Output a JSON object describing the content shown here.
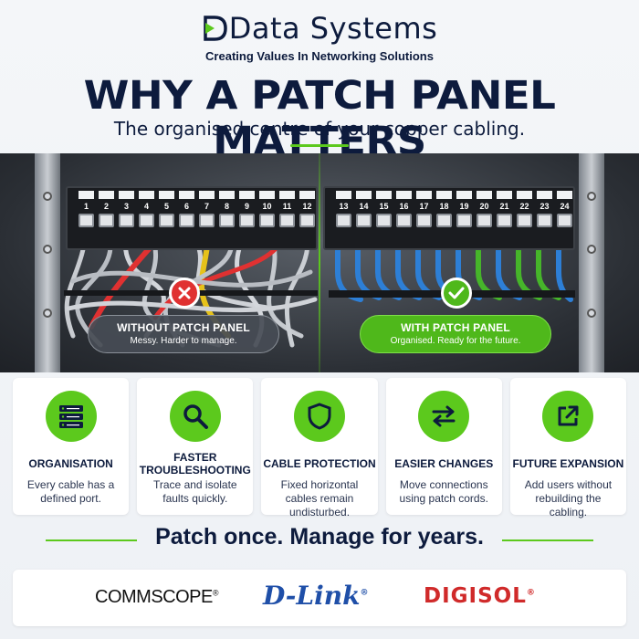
{
  "brand": {
    "name": "Data Systems",
    "tagline": "Creating Values In Networking Solutions"
  },
  "headline": "WHY A PATCH PANEL MATTERS",
  "subheadline": "The organised centre of your copper cabling.",
  "rack": {
    "left_ports": [
      "1",
      "2",
      "3",
      "4",
      "5",
      "6",
      "7",
      "8",
      "9",
      "10",
      "11",
      "12"
    ],
    "right_ports": [
      "13",
      "14",
      "15",
      "16",
      "17",
      "18",
      "19",
      "20",
      "21",
      "22",
      "23",
      "24"
    ],
    "without": {
      "title": "WITHOUT PATCH PANEL",
      "subtitle": "Messy. Harder to manage."
    },
    "with": {
      "title": "WITH PATCH PANEL",
      "subtitle": "Organised. Ready for the future."
    }
  },
  "features": [
    {
      "icon": "server-stack-icon",
      "title": "ORGANISATION",
      "desc": "Every cable has a defined port."
    },
    {
      "icon": "magnifier-icon",
      "title": "FASTER TROUBLESHOOTING",
      "desc": "Trace and isolate faults quickly."
    },
    {
      "icon": "shield-icon",
      "title": "CABLE PROTECTION",
      "desc": "Fixed horizontal cables remain undisturbed."
    },
    {
      "icon": "swap-arrows-icon",
      "title": "EASIER CHANGES",
      "desc": "Move connections using patch cords."
    },
    {
      "icon": "external-link-icon",
      "title": "FUTURE EXPANSION",
      "desc": "Add users without rebuilding the cabling."
    }
  ],
  "tagline": "Patch once. Manage for years.",
  "partners": {
    "commscope": "COMMSCOPE",
    "dlink": "D-Link",
    "digisol": "DIGISOL",
    "reg": "®"
  },
  "colors": {
    "accent": "#5cc91d",
    "navy": "#0d1b3d",
    "bad": "#e03131",
    "good": "#4fb81b"
  }
}
